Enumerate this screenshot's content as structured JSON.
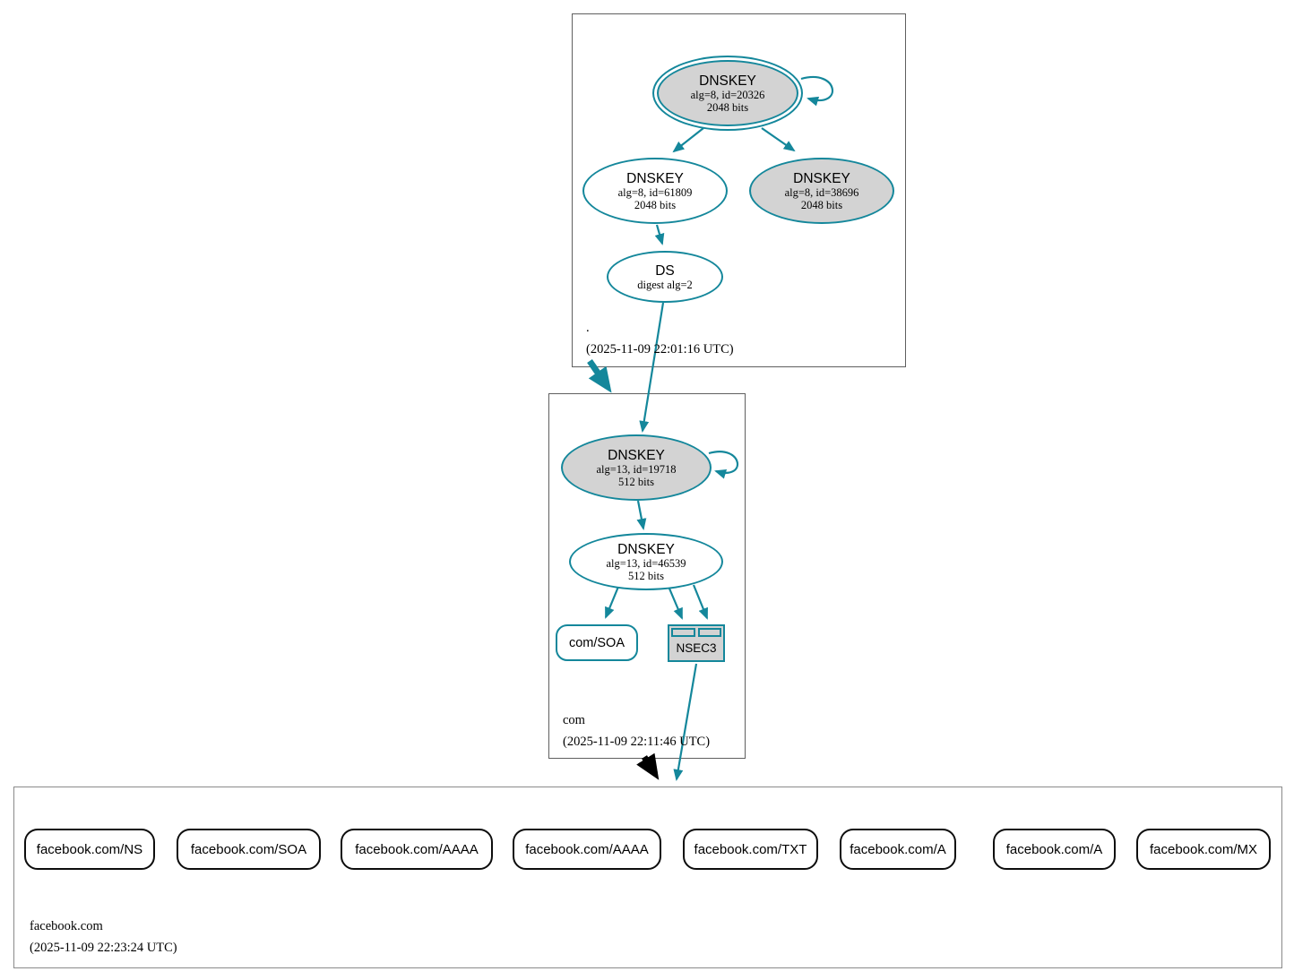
{
  "diagram_type": "dnssec-authentication-chain",
  "colors": {
    "secure_teal": "#14879b",
    "node_fill_gray": "#d3d3d3",
    "node_fill_white": "#ffffff",
    "delegation_black": "#000000",
    "zone_border": "#5f5f5f"
  },
  "zones": {
    "root": {
      "label": ".",
      "timestamp": "(2025-11-09 22:01:16 UTC)",
      "ksk": {
        "type": "DNSKEY",
        "detail": "alg=8, id=20326",
        "bits": "2048 bits"
      },
      "zsk": {
        "type": "DNSKEY",
        "detail": "alg=8, id=61809",
        "bits": "2048 bits"
      },
      "key3": {
        "type": "DNSKEY",
        "detail": "alg=8, id=38696",
        "bits": "2048 bits"
      },
      "ds": {
        "type": "DS",
        "detail": "digest alg=2"
      }
    },
    "com": {
      "label": "com",
      "timestamp": "(2025-11-09 22:11:46 UTC)",
      "ksk": {
        "type": "DNSKEY",
        "detail": "alg=13, id=19718",
        "bits": "512 bits"
      },
      "zsk": {
        "type": "DNSKEY",
        "detail": "alg=13, id=46539",
        "bits": "512 bits"
      },
      "soa": {
        "label": "com/SOA"
      },
      "nsec3": {
        "label": "NSEC3"
      }
    },
    "facebook": {
      "label": "facebook.com",
      "timestamp": "(2025-11-09 22:23:24 UTC)",
      "rrsets": [
        "facebook.com/NS",
        "facebook.com/SOA",
        "facebook.com/AAAA",
        "facebook.com/AAAA",
        "facebook.com/TXT",
        "facebook.com/A",
        "facebook.com/A",
        "facebook.com/MX"
      ]
    }
  }
}
